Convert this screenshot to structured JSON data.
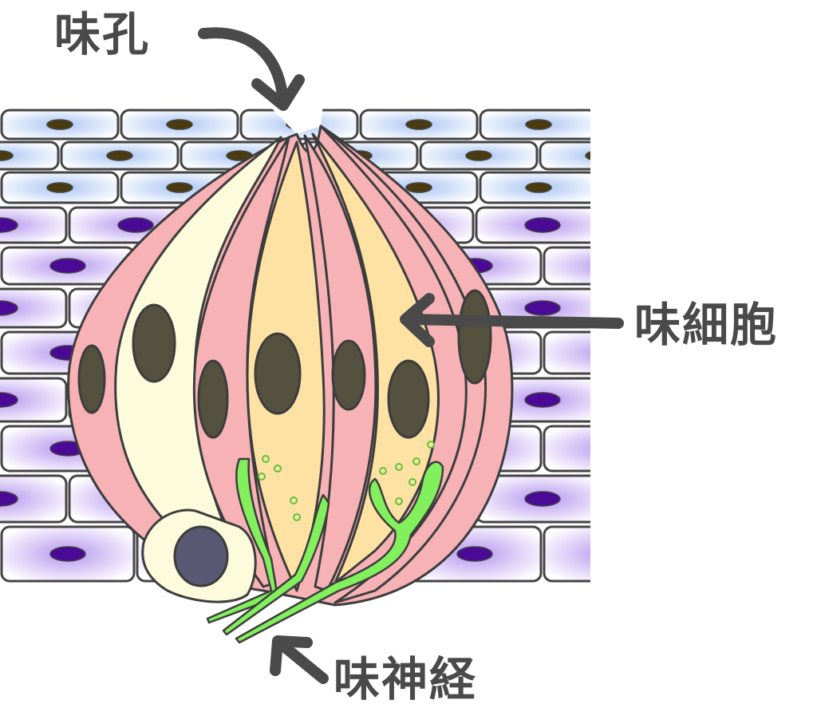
{
  "labels": {
    "taste_pore": "味孔",
    "taste_cell": "味細胞",
    "taste_nerve": "味神経"
  },
  "colors": {
    "outline": "#3d3d3d",
    "epithelium_blue": "#bcd3f4",
    "epithelium_purple": "#c7b0f0",
    "nucleus_brown": "#4a3b10",
    "nucleus_purple": "#4a0a95",
    "cell_pink": "#f7b2b6",
    "cell_yellow": "#fde2a4",
    "cell_pale": "#fcfbdc",
    "cell_nucleus": "#55513f",
    "nerve_green": "#82f05c"
  }
}
